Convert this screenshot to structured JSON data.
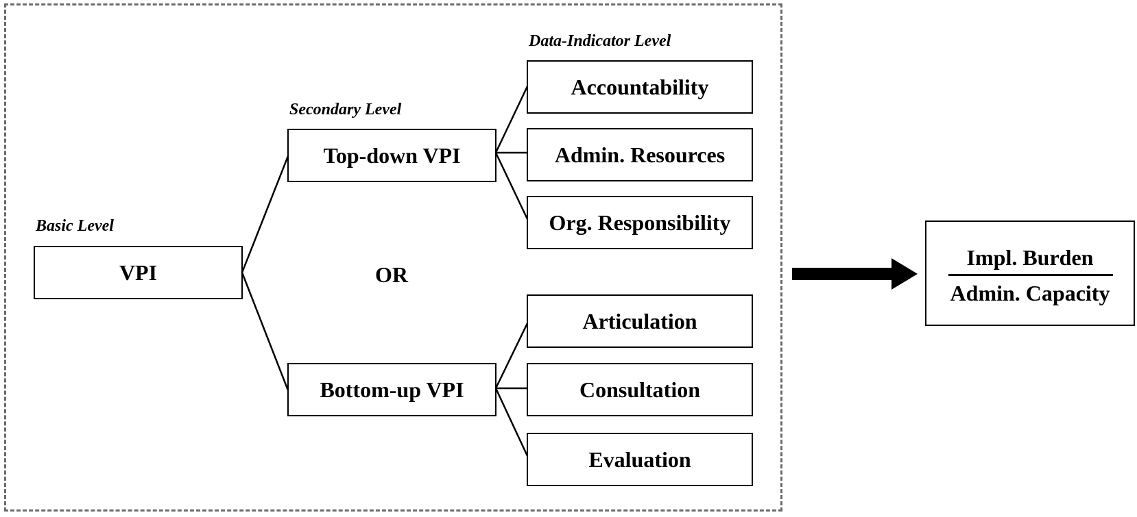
{
  "levels": {
    "basic": "Basic Level",
    "secondary": "Secondary Level",
    "data_indicator": "Data-Indicator Level"
  },
  "root": "VPI",
  "connector": "OR",
  "branches": {
    "top": {
      "label": "Top-down VPI",
      "indicators": [
        "Accountability",
        "Admin. Resources",
        "Org. Responsibility"
      ]
    },
    "bottom": {
      "label": "Bottom-up VPI",
      "indicators": [
        "Articulation",
        "Consultation",
        "Evaluation"
      ]
    }
  },
  "outcome": {
    "numerator": "Impl. Burden",
    "denominator": "Admin. Capacity"
  }
}
